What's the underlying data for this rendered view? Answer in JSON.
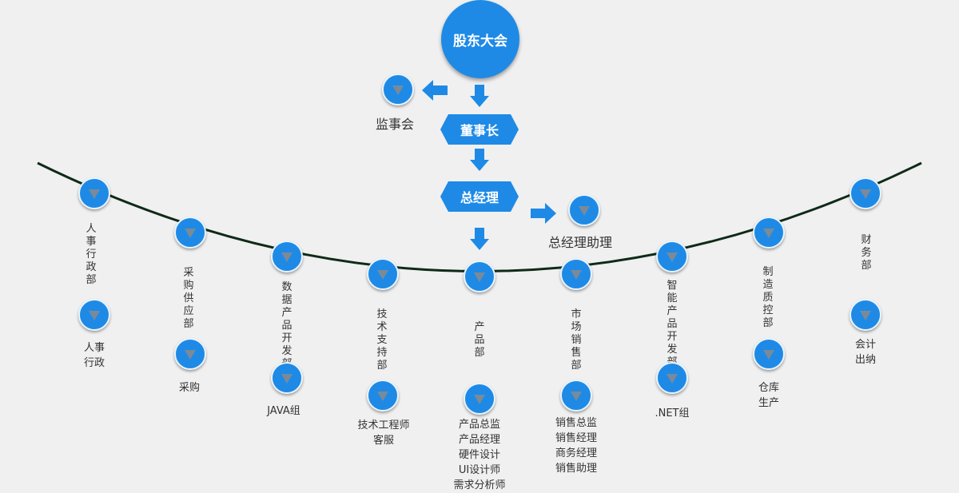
{
  "top": {
    "shareholders": "股东大会",
    "supervisors": "监事会",
    "chairman": "董事长",
    "gm": "总经理",
    "gm_assistant": "总经理助理"
  },
  "departments": [
    {
      "name": "人事行政部",
      "sub": [
        "人事",
        "行政"
      ]
    },
    {
      "name": "采购供应部",
      "sub": [
        "采购"
      ]
    },
    {
      "name": "数据产品开发部",
      "sub": [
        "JAVA组"
      ]
    },
    {
      "name": "技术支持部",
      "sub": [
        "技术工程师",
        "客服"
      ]
    },
    {
      "name": "产品部",
      "sub": [
        "产品总监",
        "产品经理",
        "硬件设计",
        "UI设计师",
        "需求分析师"
      ]
    },
    {
      "name": "市场销售部",
      "sub": [
        "销售总监",
        "销售经理",
        "商务经理",
        "销售助理"
      ]
    },
    {
      "name": "智能产品开发部",
      "sub": [
        ".NET组"
      ]
    },
    {
      "name": "制造质控部",
      "sub": [
        "仓库",
        "生产"
      ]
    },
    {
      "name": "财务部",
      "sub": [
        "会计",
        "出纳"
      ]
    }
  ],
  "colors": {
    "accent": "#1e8ae6",
    "curve": "#0f2a18",
    "background": "#f0f0f0"
  },
  "icons": {
    "node": "triangle-down-icon"
  }
}
